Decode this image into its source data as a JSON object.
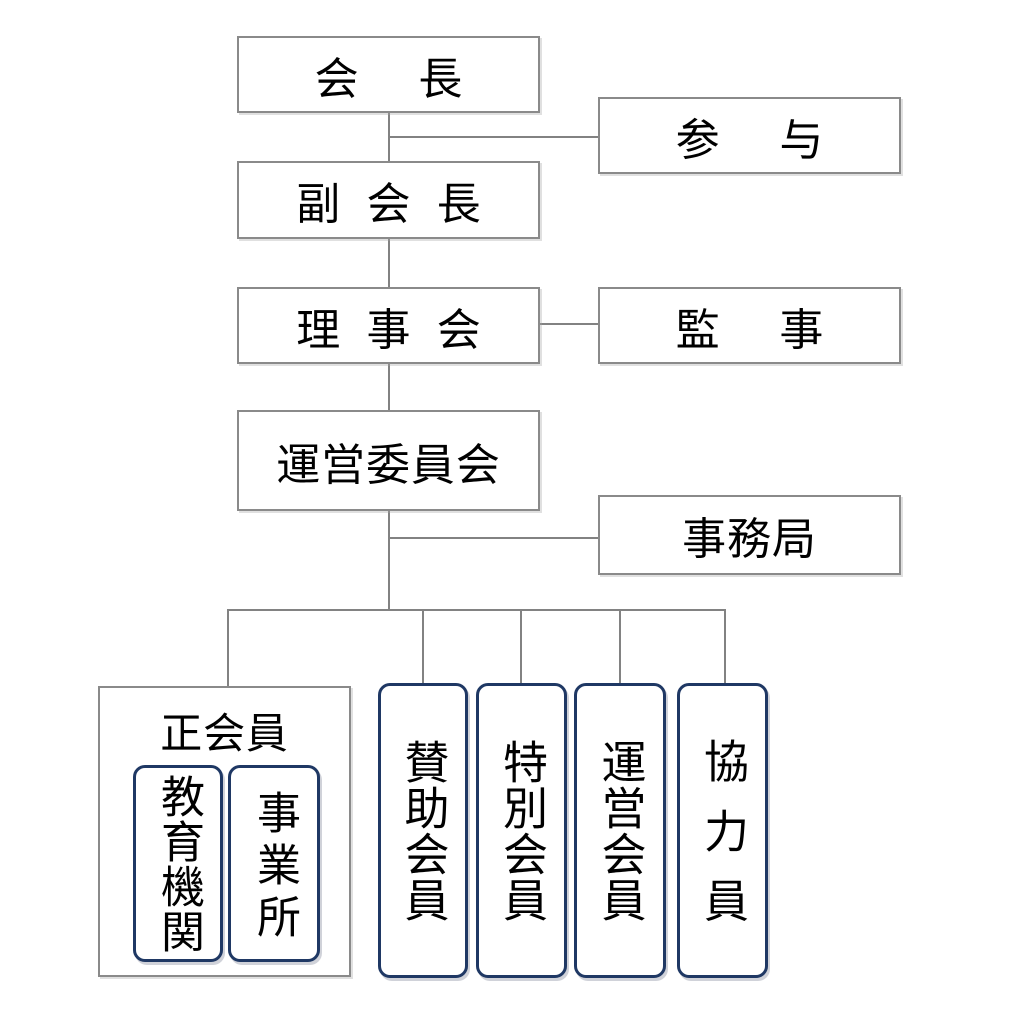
{
  "palette": {
    "page_bg": "#ffffff",
    "box_fill": "#ffffff",
    "box_border": "#8a8a8a",
    "connector": "#828282",
    "member_border": "#1f3864",
    "text": "#000000"
  },
  "org": {
    "type": "organization-chart",
    "nodes": {
      "chairman": {
        "label": "会　長"
      },
      "advisor": {
        "label": "参　与"
      },
      "vice_chairman": {
        "label": "副 会 長"
      },
      "board": {
        "label": "理 事 会"
      },
      "auditor": {
        "label": "監　事"
      },
      "steering_committee": {
        "label": "運営委員会"
      },
      "secretariat": {
        "label": "事務局"
      },
      "regular_members": {
        "label": "正会員"
      },
      "edu_institutions": {
        "label": "教育機関"
      },
      "business_offices": {
        "label": "事業所"
      },
      "supporting_members": {
        "label": "賛助会員"
      },
      "special_members": {
        "label": "特別会員"
      },
      "operating_members": {
        "label": "運営会員"
      },
      "cooperators": {
        "label": "協力員"
      }
    }
  }
}
